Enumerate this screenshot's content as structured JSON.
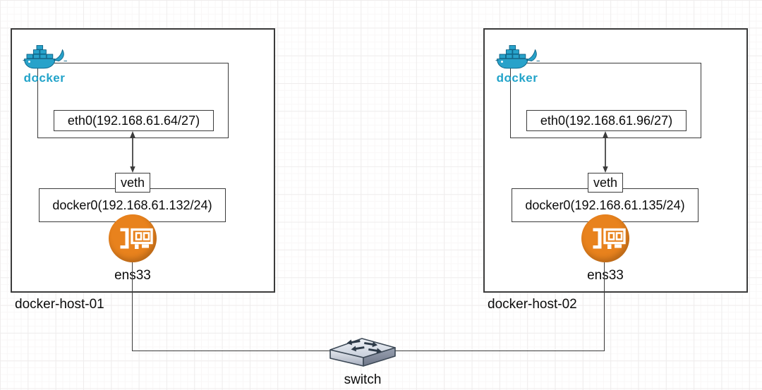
{
  "hosts": [
    {
      "name": "docker-host-01",
      "logo_word": "docker",
      "container_iface": "eth0(192.168.61.64/27)",
      "veth": "veth",
      "bridge": "docker0(192.168.61.132/24)",
      "host_nic": "ens33"
    },
    {
      "name": "docker-host-02",
      "logo_word": "docker",
      "container_iface": "eth0(192.168.61.96/27)",
      "veth": "veth",
      "bridge": "docker0(192.168.61.135/24)",
      "host_nic": "ens33"
    }
  ],
  "switch": {
    "label": "switch"
  },
  "icons": {
    "docker_logo": "docker-whale-with-containers",
    "host_nic": "network-interface-card-circle",
    "switch": "isometric-network-switch",
    "veth_link": "double-headed-vertical-arrow"
  },
  "colors": {
    "docker_teal": "#28A2CA",
    "nic_orange": "#E8821D",
    "line_dark": "#3B3B3B"
  }
}
